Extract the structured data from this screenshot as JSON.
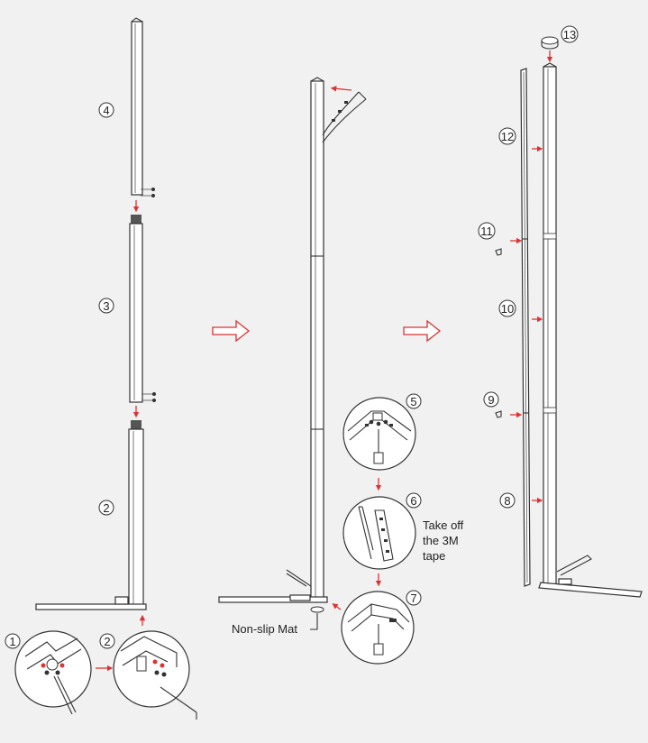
{
  "step_labels": {
    "s1": "1",
    "s2a": "2",
    "s2b": "2",
    "s3": "3",
    "s4": "4",
    "s5": "5",
    "s6": "6",
    "s7": "7",
    "s8": "8",
    "s9": "9",
    "s10": "10",
    "s11": "11",
    "s12": "12",
    "s13": "13"
  },
  "text": {
    "tape_line1": "Take off",
    "tape_line2": "the 3M",
    "tape_line3": "tape",
    "mat": "Non-slip Mat"
  },
  "colors": {
    "arrow": "#d33333",
    "stroke": "#333333",
    "background": "#f1f1f1"
  },
  "icons": {
    "big_arrow": "outline-right-arrow"
  }
}
